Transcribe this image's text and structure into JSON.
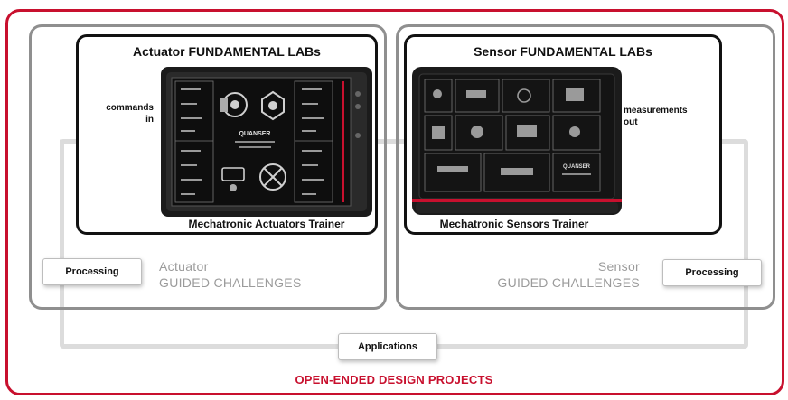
{
  "actuator_lab": {
    "title": "Actuator FUNDAMENTAL LABs",
    "input_label_line1": "commands",
    "input_label_line2": "in",
    "device_caption": "Mechatronic Actuators Trainer"
  },
  "sensor_lab": {
    "title": "Sensor FUNDAMENTAL LABs",
    "output_label_line1": "measurements",
    "output_label_line2": "out",
    "device_caption": "Mechatronic Sensors Trainer"
  },
  "actuator_challenges": {
    "line1": "Actuator",
    "line2": "GUIDED CHALLENGES"
  },
  "sensor_challenges": {
    "line1": "Sensor",
    "line2": "GUIDED CHALLENGES"
  },
  "processing_left": "Processing",
  "processing_right": "Processing",
  "applications": "Applications",
  "open_ended": "OPEN-ENDED DESIGN PROJECTS",
  "colors": {
    "accent_red": "#c8102e",
    "frame_grey": "#8f8f8f",
    "faint_grey": "#dcdcdc",
    "lab_black": "#111111"
  }
}
